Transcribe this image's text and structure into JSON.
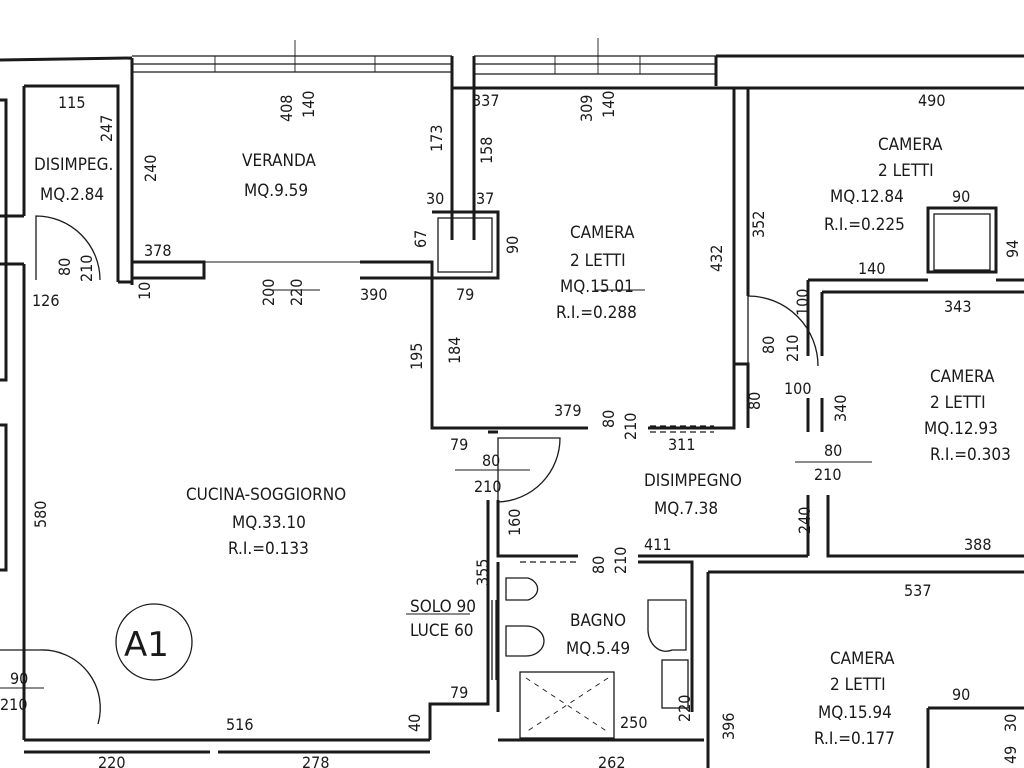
{
  "unit_label": "A1",
  "rooms": [
    {
      "id": "disimpeg-small",
      "name": "DISIMPEG.",
      "area": "MQ.2.84"
    },
    {
      "id": "veranda",
      "name": "VERANDA",
      "area": "MQ.9.59"
    },
    {
      "id": "camera-center",
      "name": "CAMERA",
      "beds": "2 LETTI",
      "area": "MQ.15.01",
      "ri": "R.I.=0.288"
    },
    {
      "id": "camera-top-right",
      "name": "CAMERA",
      "beds": "2 LETTI",
      "area": "MQ.12.84",
      "ri": "R.I.=0.225"
    },
    {
      "id": "camera-mid-right",
      "name": "CAMERA",
      "beds": "2 LETTI",
      "area": "MQ.12.93",
      "ri": "R.I.=0.303"
    },
    {
      "id": "cucina-soggiorno",
      "name": "CUCINA-SOGGIORNO",
      "area": "MQ.33.10",
      "ri": "R.I.=0.133"
    },
    {
      "id": "disimpegno",
      "name": "DISIMPEGNO",
      "area": "MQ.7.38"
    },
    {
      "id": "bagno",
      "name": "BAGNO",
      "area": "MQ.5.49"
    },
    {
      "id": "camera-bottom-right",
      "name": "CAMERA",
      "beds": "2 LETTI",
      "area": "MQ.15.94",
      "ri": "R.I.=0.177"
    }
  ],
  "note": {
    "line1": "SOLO 90",
    "line2": "LUCE 60"
  },
  "dimensions": [
    "115",
    "247",
    "240",
    "378",
    "10",
    "126",
    "80",
    "210",
    "408",
    "140",
    "173",
    "30",
    "67",
    "200",
    "220",
    "390",
    "337",
    "158",
    "37",
    "309",
    "140",
    "90",
    "79",
    "195",
    "184",
    "432",
    "379",
    "80",
    "210",
    "311",
    "79",
    "80",
    "210",
    "160",
    "490",
    "352",
    "90",
    "94",
    "140",
    "343",
    "100",
    "80",
    "210",
    "100",
    "80",
    "340",
    "80",
    "210",
    "240",
    "388",
    "411",
    "80",
    "210",
    "355",
    "580",
    "516",
    "90",
    "210",
    "40",
    "79",
    "250",
    "220",
    "537",
    "396",
    "90",
    "30",
    "49",
    "220",
    "278",
    "262"
  ]
}
